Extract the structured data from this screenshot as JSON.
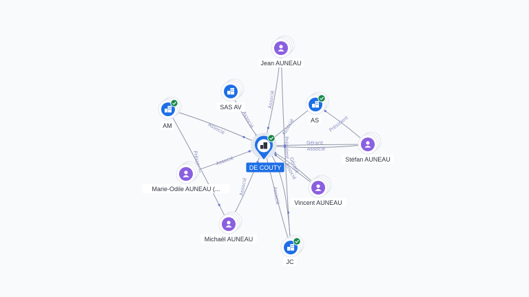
{
  "graph": {
    "center": {
      "id": "center",
      "label": "DE COUTY",
      "type": "company",
      "verified": true
    },
    "nodes": [
      {
        "id": "jean",
        "label": "Jean AUNEAU",
        "type": "person",
        "verified": false
      },
      {
        "id": "sasav",
        "label": "SAS AV",
        "type": "company",
        "verified": false
      },
      {
        "id": "as",
        "label": "AS",
        "type": "company",
        "verified": true
      },
      {
        "id": "am",
        "label": "AM",
        "type": "company",
        "verified": true
      },
      {
        "id": "stefan",
        "label": "Stéfan AUNEAU",
        "type": "person",
        "verified": false
      },
      {
        "id": "marie",
        "label": "Marie-Odile AUNEAU (...",
        "type": "person",
        "verified": false
      },
      {
        "id": "vincent",
        "label": "Vincent AUNEAU",
        "type": "person",
        "verified": false
      },
      {
        "id": "michael",
        "label": "Michaël AUNEAU",
        "type": "person",
        "verified": false
      },
      {
        "id": "jc",
        "label": "JC",
        "type": "company",
        "verified": true
      }
    ],
    "edges": [
      {
        "from": "jean",
        "to": "center",
        "label": "Associé"
      },
      {
        "from": "jean",
        "to": "jc",
        "label": ""
      },
      {
        "from": "sasav",
        "to": "center",
        "label": "Associé"
      },
      {
        "from": "am",
        "to": "center",
        "label": "Associé"
      },
      {
        "from": "am",
        "to": "michael",
        "label": "Président"
      },
      {
        "from": "as",
        "to": "center",
        "label": "Associé"
      },
      {
        "from": "stefan",
        "to": "as",
        "label": "Président"
      },
      {
        "from": "stefan",
        "to": "center",
        "label": "Gérant"
      },
      {
        "from": "stefan",
        "to": "center",
        "label": "Associé"
      },
      {
        "from": "marie",
        "to": "center",
        "label": "Associé"
      },
      {
        "from": "michael",
        "to": "center",
        "label": "Associé"
      },
      {
        "from": "vincent",
        "to": "center",
        "label": "Gérant"
      },
      {
        "from": "vincent",
        "to": "center",
        "label": "Associé"
      },
      {
        "from": "jc",
        "to": "center",
        "label": "Associé"
      },
      {
        "from": "jc",
        "to": "center",
        "label": "Président"
      }
    ]
  },
  "colors": {
    "person": "#8a5fe0",
    "company": "#1e6fe6",
    "verified": "#17894a",
    "edge": "#8f97a8",
    "edge_label": "#8a8fbf"
  },
  "icons": {
    "person": "user-icon",
    "company": "building-icon",
    "verified": "check-badge-icon",
    "center": "location-pin-icon"
  }
}
